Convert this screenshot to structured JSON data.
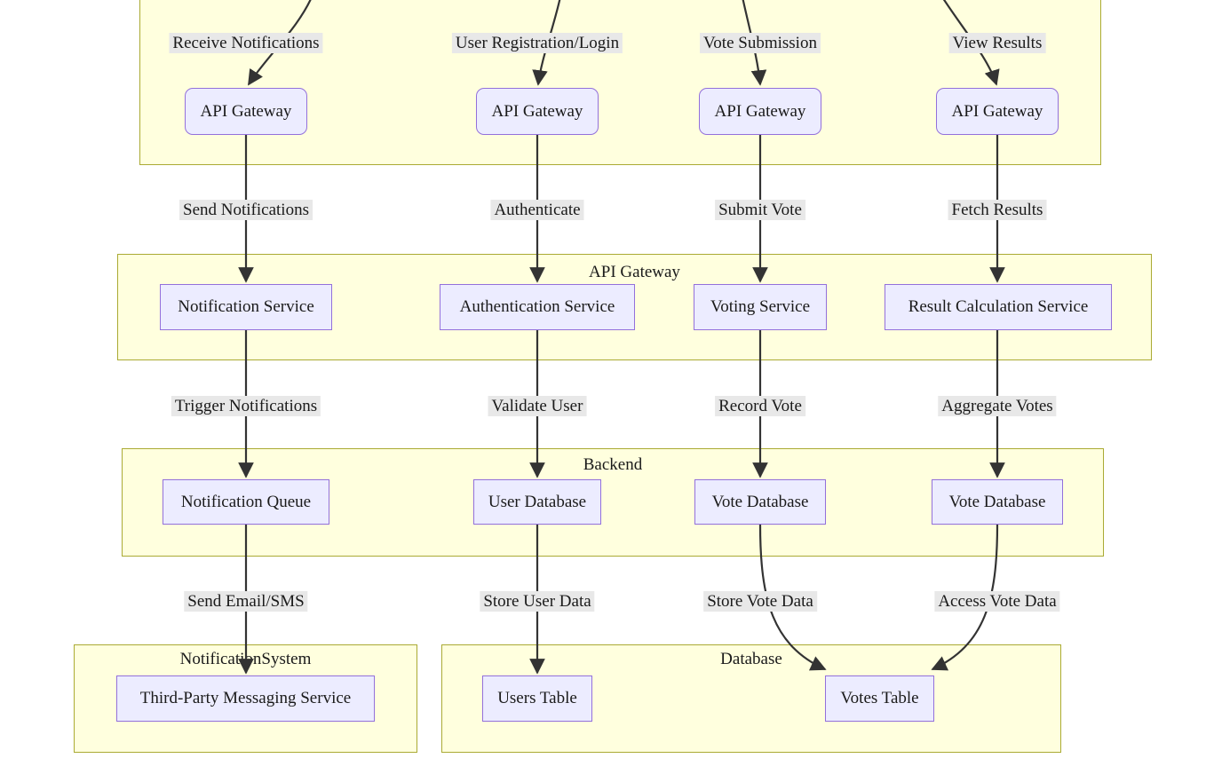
{
  "diagram": {
    "type": "flowchart",
    "direction": "top-down",
    "colors": {
      "node_fill": "#ECECFF",
      "node_border": "#9370DB",
      "subgraph_fill": "#FFFFDE",
      "subgraph_border": "#AAAA33",
      "edge_stroke": "#333333",
      "edge_label_bg": "#E8E8E8",
      "text": "#1A1A1A"
    },
    "subgraphs": {
      "frontend": {
        "title": ""
      },
      "api_gateway": {
        "title": "API Gateway"
      },
      "backend": {
        "title": "Backend"
      },
      "notification_system": {
        "title": "NotificationSystem"
      },
      "database": {
        "title": "Database"
      }
    },
    "nodes": {
      "gateway1": {
        "label": "API Gateway"
      },
      "gateway2": {
        "label": "API Gateway"
      },
      "gateway3": {
        "label": "API Gateway"
      },
      "gateway4": {
        "label": "API Gateway"
      },
      "notification_service": {
        "label": "Notification Service"
      },
      "authentication_service": {
        "label": "Authentication Service"
      },
      "voting_service": {
        "label": "Voting Service"
      },
      "result_calculation_service": {
        "label": "Result Calculation Service"
      },
      "notification_queue": {
        "label": "Notification Queue"
      },
      "user_database": {
        "label": "User Database"
      },
      "vote_database_1": {
        "label": "Vote Database"
      },
      "vote_database_2": {
        "label": "Vote Database"
      },
      "third_party_messaging_service": {
        "label": "Third-Party Messaging Service"
      },
      "users_table": {
        "label": "Users Table"
      },
      "votes_table": {
        "label": "Votes Table"
      }
    },
    "edges": {
      "receive_notifications": {
        "label": "Receive Notifications"
      },
      "user_registration_login": {
        "label": "User Registration/Login"
      },
      "vote_submission": {
        "label": "Vote Submission"
      },
      "view_results": {
        "label": "View Results"
      },
      "send_notifications": {
        "label": "Send Notifications"
      },
      "authenticate": {
        "label": "Authenticate"
      },
      "submit_vote": {
        "label": "Submit Vote"
      },
      "fetch_results": {
        "label": "Fetch Results"
      },
      "trigger_notifications": {
        "label": "Trigger Notifications"
      },
      "validate_user": {
        "label": "Validate User"
      },
      "record_vote": {
        "label": "Record Vote"
      },
      "aggregate_votes": {
        "label": "Aggregate Votes"
      },
      "send_email_sms": {
        "label": "Send Email/SMS"
      },
      "store_user_data": {
        "label": "Store User Data"
      },
      "store_vote_data": {
        "label": "Store Vote Data"
      },
      "access_vote_data": {
        "label": "Access Vote Data"
      }
    }
  }
}
